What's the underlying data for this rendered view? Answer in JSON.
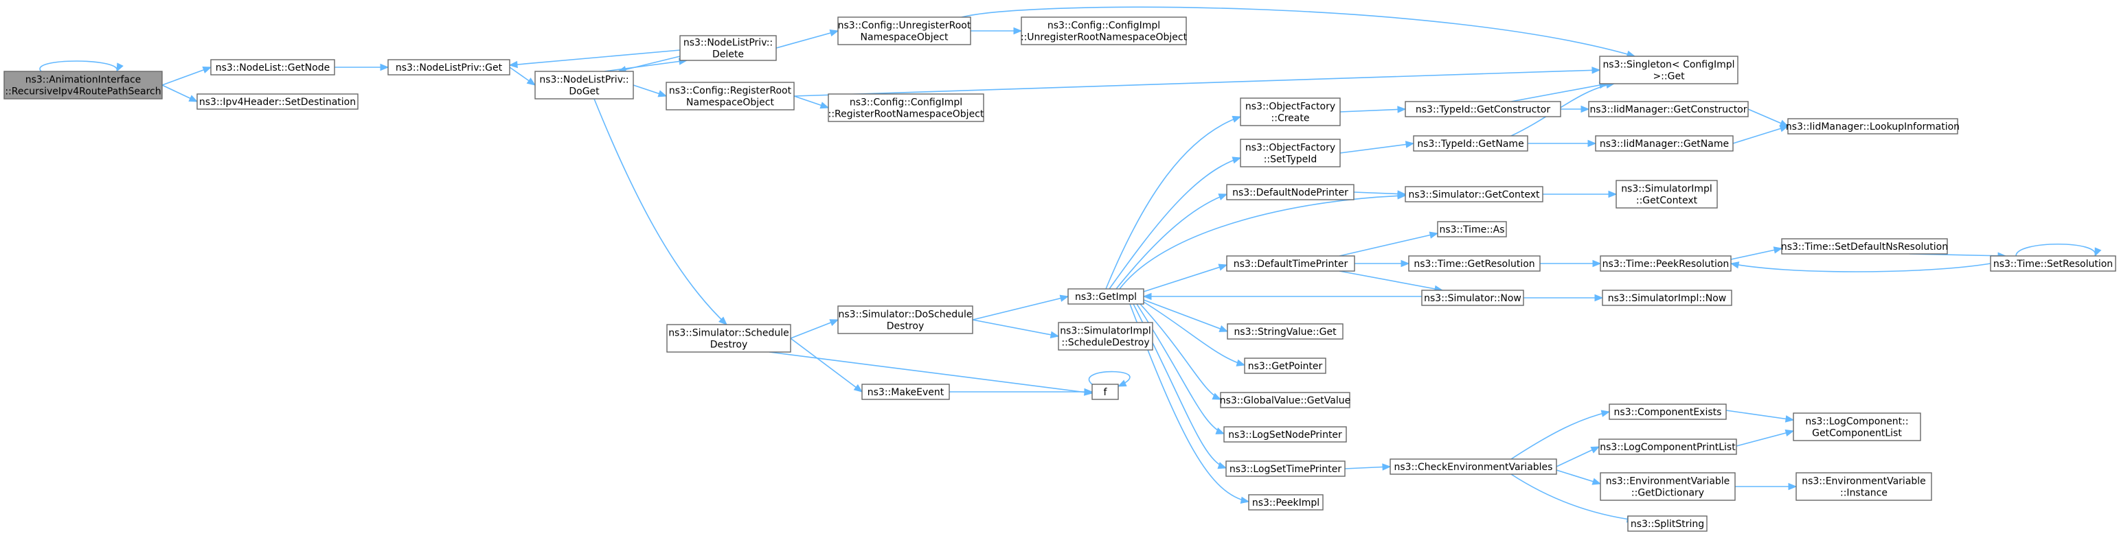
{
  "diagram": {
    "type": "call-graph",
    "colors": {
      "edge": "#63b8ff",
      "node_border": "#666666",
      "node_fill": "#ffffff",
      "root_fill": "#999999",
      "text": "#000000"
    },
    "nodes": [
      {
        "id": "root",
        "lines": [
          "ns3::AnimationInterface",
          "::RecursiveIpv4RoutePathSearch"
        ],
        "root": true
      },
      {
        "id": "nodelist_getnode",
        "lines": [
          "ns3::NodeList::GetNode"
        ]
      },
      {
        "id": "ipv4header_setdest",
        "lines": [
          "ns3::Ipv4Header::SetDestination"
        ]
      },
      {
        "id": "nodelistpriv_get",
        "lines": [
          "ns3::NodeListPriv::Get"
        ]
      },
      {
        "id": "nodelistpriv_delete",
        "lines": [
          "ns3::NodeListPriv::",
          "Delete"
        ]
      },
      {
        "id": "nodelistpriv_doget",
        "lines": [
          "ns3::NodeListPriv::",
          "DoGet"
        ]
      },
      {
        "id": "config_unregister",
        "lines": [
          "ns3::Config::UnregisterRoot",
          "NamespaceObject"
        ]
      },
      {
        "id": "configimpl_unregister",
        "lines": [
          "ns3::Config::ConfigImpl",
          "::UnregisterRootNamespaceObject"
        ]
      },
      {
        "id": "config_register",
        "lines": [
          "ns3::Config::RegisterRoot",
          "NamespaceObject"
        ]
      },
      {
        "id": "configimpl_register",
        "lines": [
          "ns3::Config::ConfigImpl",
          "::RegisterRootNamespaceObject"
        ]
      },
      {
        "id": "singleton_get",
        "lines": [
          "ns3::Singleton< ConfigImpl",
          " >::Get"
        ]
      },
      {
        "id": "objectfactory_create",
        "lines": [
          "ns3::ObjectFactory",
          "::Create"
        ]
      },
      {
        "id": "objectfactory_settypeid",
        "lines": [
          "ns3::ObjectFactory",
          "::SetTypeId"
        ]
      },
      {
        "id": "typeid_getconstructor",
        "lines": [
          "ns3::TypeId::GetConstructor"
        ]
      },
      {
        "id": "typeid_getname",
        "lines": [
          "ns3::TypeId::GetName"
        ]
      },
      {
        "id": "iidmanager_getconstructor",
        "lines": [
          "ns3::IidManager::GetConstructor"
        ]
      },
      {
        "id": "iidmanager_getname",
        "lines": [
          "ns3::IidManager::GetName"
        ]
      },
      {
        "id": "iidmanager_lookup",
        "lines": [
          "ns3::IidManager::LookupInformation"
        ]
      },
      {
        "id": "defaultnodeprinter",
        "lines": [
          "ns3::DefaultNodePrinter"
        ]
      },
      {
        "id": "simulator_getcontext",
        "lines": [
          "ns3::Simulator::GetContext"
        ]
      },
      {
        "id": "simulatorimpl_getcontext",
        "lines": [
          "ns3::SimulatorImpl",
          "::GetContext"
        ]
      },
      {
        "id": "time_as",
        "lines": [
          "ns3::Time::As"
        ]
      },
      {
        "id": "defaulttimeprinter",
        "lines": [
          "ns3::DefaultTimePrinter"
        ]
      },
      {
        "id": "time_getresolution",
        "lines": [
          "ns3::Time::GetResolution"
        ]
      },
      {
        "id": "time_peekresolution",
        "lines": [
          "ns3::Time::PeekResolution"
        ]
      },
      {
        "id": "time_setdefaultns",
        "lines": [
          "ns3::Time::SetDefaultNsResolution"
        ]
      },
      {
        "id": "time_setresolution",
        "lines": [
          "ns3::Time::SetResolution"
        ]
      },
      {
        "id": "getimpl",
        "lines": [
          "ns3::GetImpl"
        ]
      },
      {
        "id": "simulator_now",
        "lines": [
          "ns3::Simulator::Now"
        ]
      },
      {
        "id": "simulatorimpl_now",
        "lines": [
          "ns3::SimulatorImpl::Now"
        ]
      },
      {
        "id": "simulator_scheduledestroy",
        "lines": [
          "ns3::Simulator::Schedule",
          "Destroy"
        ]
      },
      {
        "id": "simulator_doscheduledestroy",
        "lines": [
          "ns3::Simulator::DoSchedule",
          "Destroy"
        ]
      },
      {
        "id": "simulatorimpl_scheduledestroy",
        "lines": [
          "ns3::SimulatorImpl",
          "::ScheduleDestroy"
        ]
      },
      {
        "id": "makeevent",
        "lines": [
          "ns3::MakeEvent"
        ]
      },
      {
        "id": "f",
        "lines": [
          "f"
        ]
      },
      {
        "id": "stringvalue_get",
        "lines": [
          "ns3::StringValue::Get"
        ]
      },
      {
        "id": "getpointer",
        "lines": [
          "ns3::GetPointer"
        ]
      },
      {
        "id": "globalvalue_getvalue",
        "lines": [
          "ns3::GlobalValue::GetValue"
        ]
      },
      {
        "id": "logsetnodeprinter",
        "lines": [
          "ns3::LogSetNodePrinter"
        ]
      },
      {
        "id": "logsettimeprinter",
        "lines": [
          "ns3::LogSetTimePrinter"
        ]
      },
      {
        "id": "checkenvvars",
        "lines": [
          "ns3::CheckEnvironmentVariables"
        ]
      },
      {
        "id": "peekimpl",
        "lines": [
          "ns3::PeekImpl"
        ]
      },
      {
        "id": "componentexists",
        "lines": [
          "ns3::ComponentExists"
        ]
      },
      {
        "id": "logcomponentprintlist",
        "lines": [
          "ns3::LogComponentPrintList"
        ]
      },
      {
        "id": "logcomponent_getlist",
        "lines": [
          "ns3::LogComponent::",
          "GetComponentList"
        ]
      },
      {
        "id": "envvar_getdictionary",
        "lines": [
          "ns3::EnvironmentVariable",
          "::GetDictionary"
        ]
      },
      {
        "id": "envvar_instance",
        "lines": [
          "ns3::EnvironmentVariable",
          "::Instance"
        ]
      },
      {
        "id": "splitstring",
        "lines": [
          "ns3::SplitString"
        ]
      }
    ],
    "edges": [
      [
        "root",
        "root"
      ],
      [
        "root",
        "nodelist_getnode"
      ],
      [
        "root",
        "ipv4header_setdest"
      ],
      [
        "nodelist_getnode",
        "nodelistpriv_get"
      ],
      [
        "nodelistpriv_get",
        "nodelistpriv_doget"
      ],
      [
        "nodelistpriv_delete",
        "nodelistpriv_get"
      ],
      [
        "nodelistpriv_delete",
        "nodelistpriv_doget"
      ],
      [
        "nodelistpriv_doget",
        "nodelistpriv_delete"
      ],
      [
        "nodelistpriv_delete",
        "config_unregister"
      ],
      [
        "config_unregister",
        "configimpl_unregister"
      ],
      [
        "config_unregister",
        "singleton_get"
      ],
      [
        "nodelistpriv_doget",
        "config_register"
      ],
      [
        "config_register",
        "configimpl_register"
      ],
      [
        "config_register",
        "singleton_get"
      ],
      [
        "nodelistpriv_doget",
        "simulator_scheduledestroy"
      ],
      [
        "simulator_scheduledestroy",
        "simulator_doscheduledestroy"
      ],
      [
        "simulator_scheduledestroy",
        "makeevent"
      ],
      [
        "simulator_scheduledestroy",
        "f"
      ],
      [
        "makeevent",
        "f"
      ],
      [
        "f",
        "f"
      ],
      [
        "simulator_doscheduledestroy",
        "getimpl"
      ],
      [
        "simulator_doscheduledestroy",
        "simulatorimpl_scheduledestroy"
      ],
      [
        "getimpl",
        "objectfactory_create"
      ],
      [
        "getimpl",
        "objectfactory_settypeid"
      ],
      [
        "getimpl",
        "defaultnodeprinter"
      ],
      [
        "getimpl",
        "simulator_getcontext"
      ],
      [
        "getimpl",
        "defaulttimeprinter"
      ],
      [
        "getimpl",
        "stringvalue_get"
      ],
      [
        "getimpl",
        "getpointer"
      ],
      [
        "getimpl",
        "globalvalue_getvalue"
      ],
      [
        "getimpl",
        "logsetnodeprinter"
      ],
      [
        "getimpl",
        "logsettimeprinter"
      ],
      [
        "getimpl",
        "peekimpl"
      ],
      [
        "simulator_now",
        "getimpl"
      ],
      [
        "objectfactory_create",
        "typeid_getconstructor"
      ],
      [
        "objectfactory_settypeid",
        "typeid_getname"
      ],
      [
        "typeid_getconstructor",
        "iidmanager_getconstructor"
      ],
      [
        "typeid_getconstructor",
        "singleton_get"
      ],
      [
        "typeid_getname",
        "iidmanager_getname"
      ],
      [
        "typeid_getname",
        "singleton_get"
      ],
      [
        "iidmanager_getconstructor",
        "iidmanager_lookup"
      ],
      [
        "iidmanager_getname",
        "iidmanager_lookup"
      ],
      [
        "defaultnodeprinter",
        "simulator_getcontext"
      ],
      [
        "simulator_getcontext",
        "simulatorimpl_getcontext"
      ],
      [
        "defaulttimeprinter",
        "time_as"
      ],
      [
        "defaulttimeprinter",
        "time_getresolution"
      ],
      [
        "defaulttimeprinter",
        "simulator_now"
      ],
      [
        "time_getresolution",
        "time_peekresolution"
      ],
      [
        "time_peekresolution",
        "time_setdefaultns"
      ],
      [
        "time_setdefaultns",
        "time_setresolution"
      ],
      [
        "time_setresolution",
        "time_peekresolution"
      ],
      [
        "time_setresolution",
        "time_setresolution"
      ],
      [
        "simulator_now",
        "simulatorimpl_now"
      ],
      [
        "logsettimeprinter",
        "checkenvvars"
      ],
      [
        "checkenvvars",
        "componentexists"
      ],
      [
        "checkenvvars",
        "logcomponentprintlist"
      ],
      [
        "checkenvvars",
        "envvar_getdictionary"
      ],
      [
        "checkenvvars",
        "splitstring"
      ],
      [
        "componentexists",
        "logcomponent_getlist"
      ],
      [
        "logcomponentprintlist",
        "logcomponent_getlist"
      ],
      [
        "envvar_getdictionary",
        "envvar_instance"
      ]
    ]
  }
}
